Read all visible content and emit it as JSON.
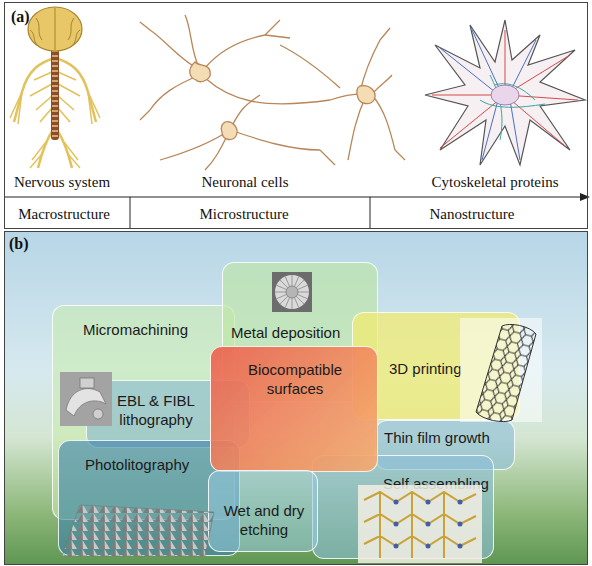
{
  "diagram": {
    "nodes": [
      {
        "text": [
          "(a)"
        ]
      },
      {
        "text": [
          "(b)"
        ]
      },
      {
        "text": [
          "Micromachining"
        ],
        "in": 1
      },
      {
        "text": [
          "Metal deposition"
        ],
        "in": 1
      },
      {
        "text": [
          "3D printing"
        ],
        "in": 1
      },
      {
        "text": [
          "EBL & FIBL lithography"
        ],
        "in": 1
      },
      {
        "text": [
          "Biocompatible surfaces"
        ],
        "in": 1
      },
      {
        "text": [
          "Thin film growth"
        ],
        "in": 1
      },
      {
        "text": [
          "Photolitography"
        ],
        "in": 1
      },
      {
        "text": [
          "Wet and dry etching"
        ],
        "in": 1
      },
      {
        "text": [
          "Self assembling"
        ],
        "in": 1
      }
    ],
    "labels": [
      "Nervous system",
      "Neuronal cells",
      "Cytoskeletal proteins",
      "Macrostructure",
      "Microstructure",
      "Nanostructure"
    ]
  }
}
